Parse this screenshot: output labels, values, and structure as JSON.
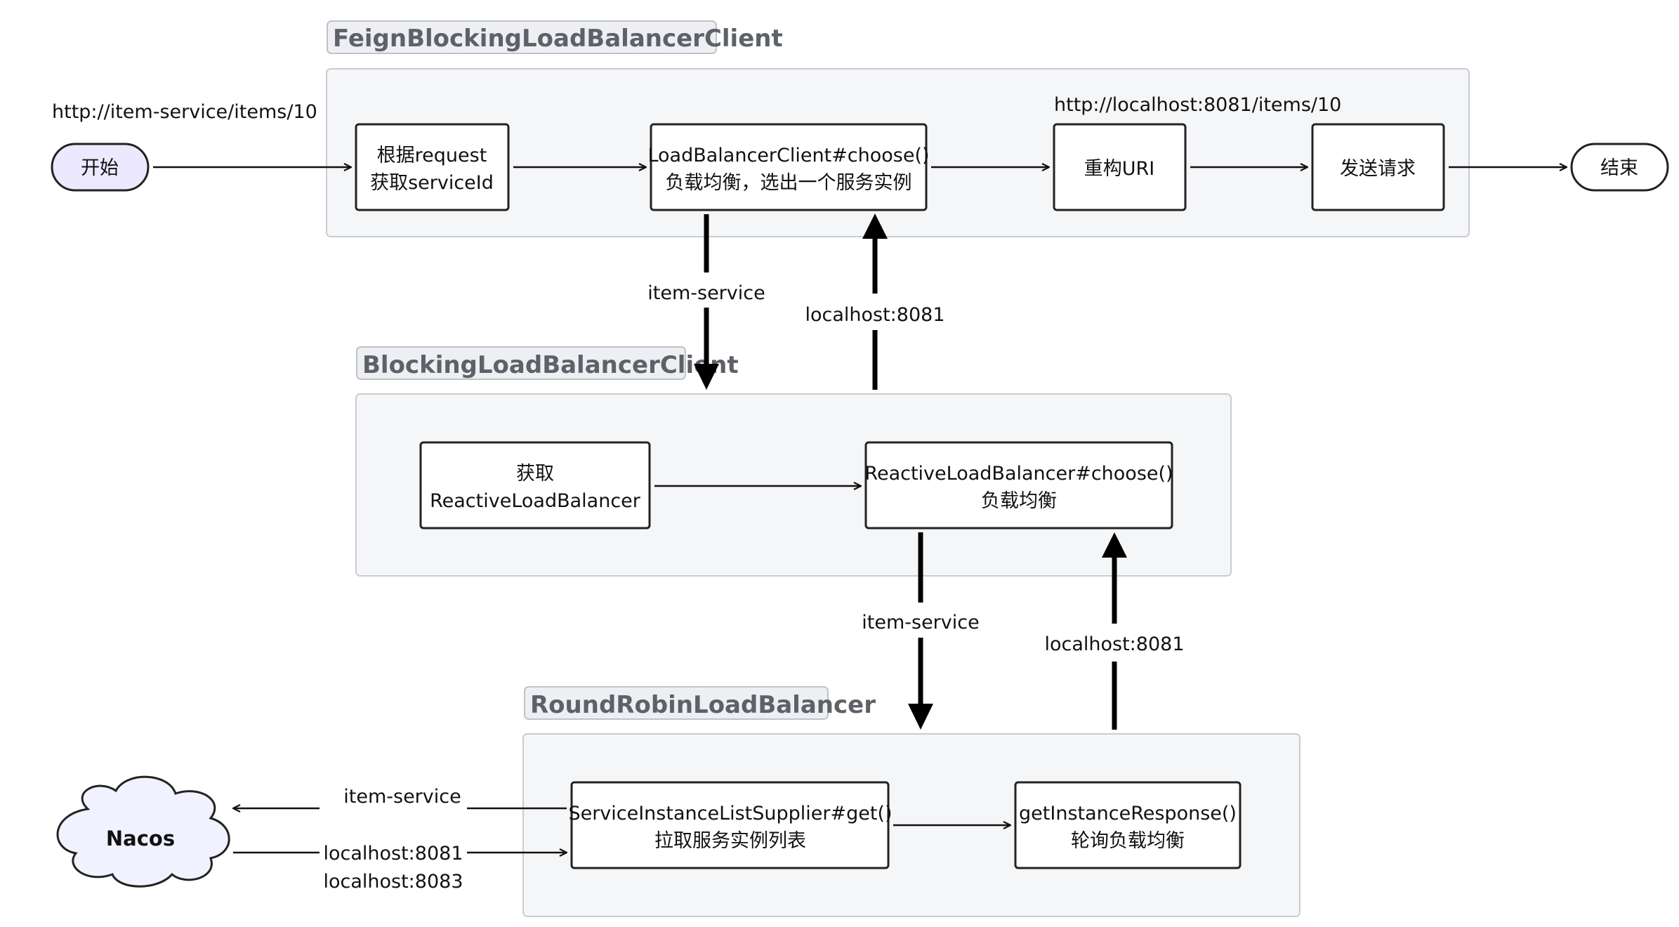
{
  "groups": {
    "feign": {
      "title": "FeignBlockingLoadBalancerClient"
    },
    "blocking": {
      "title": "BlockingLoadBalancerClient"
    },
    "roundrobin": {
      "title": "RoundRobinLoadBalancer"
    }
  },
  "nodes": {
    "start": "开始",
    "end": "结束",
    "get_service_id": {
      "line1": "根据request",
      "line2": "获取serviceId"
    },
    "lb_choose": {
      "line1": "LoadBalancerClient#choose()",
      "line2": "负载均衡，选出一个服务实例"
    },
    "rebuild_uri": "重构URI",
    "send_request": "发送请求",
    "get_reactive_lb": {
      "line1": "获取",
      "line2": "ReactiveLoadBalancer"
    },
    "reactive_choose": {
      "line1": "ReactiveLoadBalancer#choose()",
      "line2": "负载均衡"
    },
    "supplier_get": {
      "line1": "ServiceInstanceListSupplier#get()",
      "line2": "拉取服务实例列表"
    },
    "get_instance_response": {
      "line1": "getInstanceResponse()",
      "line2": "轮询负载均衡"
    },
    "nacos": "Nacos"
  },
  "labels": {
    "request_url": "http://item-service/items/10",
    "resolved_url": "http://localhost:8081/items/10",
    "service_down_1": "item-service",
    "instance_up_1": "localhost:8081",
    "service_down_2": "item-service",
    "instance_up_2": "localhost:8081",
    "nacos_service": "item-service",
    "nacos_instance_1": "localhost:8081",
    "nacos_instance_2": "localhost:8083"
  }
}
